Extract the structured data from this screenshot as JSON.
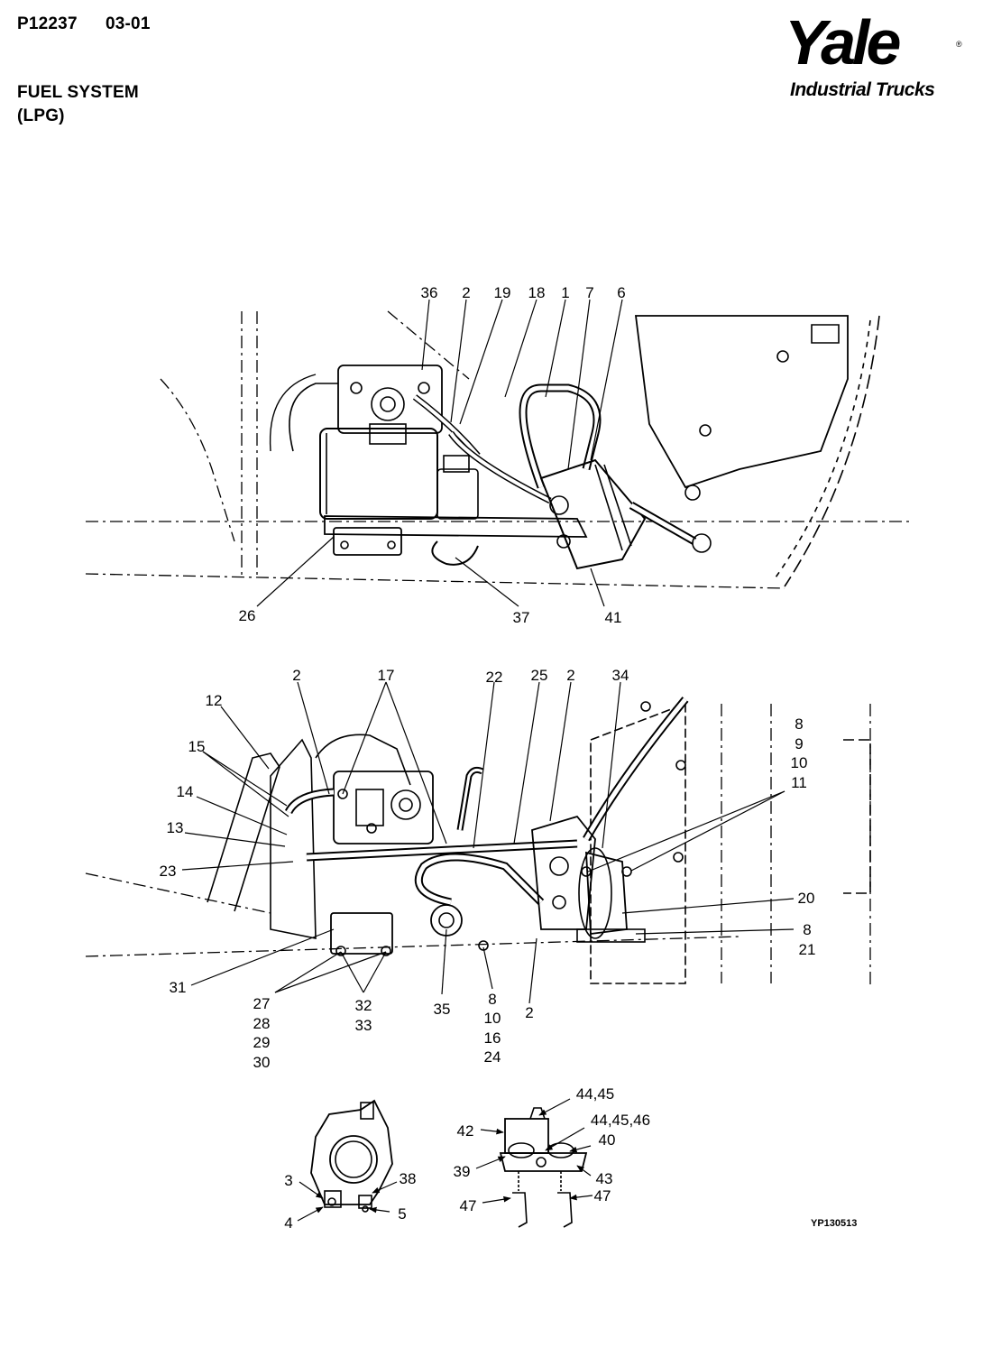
{
  "header": {
    "doc_id": "P12237",
    "revision": "03-01",
    "title_line1": "FUEL SYSTEM",
    "title_line2": "(LPG)"
  },
  "logo": {
    "brand": "Yale",
    "registered": "®",
    "tagline": "Industrial Trucks"
  },
  "figure_ref": "YP130513",
  "callouts": {
    "view_top": [
      "36",
      "2",
      "19",
      "18",
      "1",
      "7",
      "6",
      "26",
      "37",
      "41"
    ],
    "view_middle": [
      "2",
      "17",
      "22",
      "25",
      "2",
      "34",
      "12",
      "15",
      "14",
      "13",
      "23",
      "31",
      "27",
      "28",
      "29",
      "30",
      "32",
      "33",
      "35",
      "8",
      "10",
      "16",
      "24",
      "2",
      "8",
      "9",
      "10",
      "11",
      "20",
      "8",
      "21"
    ],
    "view_detail_left": [
      "3",
      "38",
      "4",
      "5"
    ],
    "view_detail_right": [
      "44,45",
      "44,45,46",
      "42",
      "40",
      "39",
      "43",
      "47",
      "47"
    ]
  },
  "colors": {
    "ink": "#000000",
    "paper": "#ffffff"
  }
}
